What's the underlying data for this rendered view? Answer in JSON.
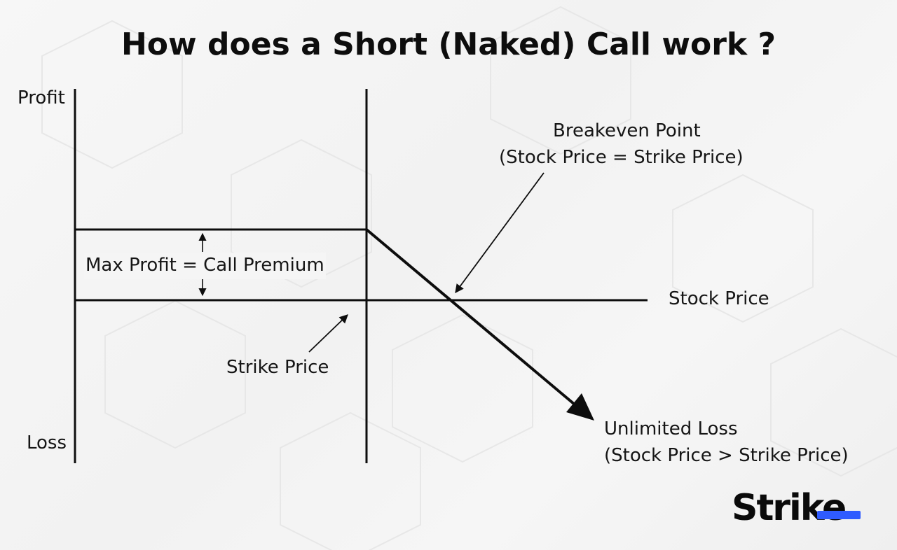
{
  "title": "How does a Short (Naked) Call work ?",
  "labels": {
    "profit": "Profit",
    "loss": "Loss",
    "max_profit": "Max Profit = Call Premium",
    "stock_price": "Stock Price",
    "strike_price": "Strike Price",
    "breakeven_line1": "Breakeven Point",
    "breakeven_line2": "(Stock Price = Strike Price)",
    "unlimited_line1": "Unlimited Loss",
    "unlimited_line2": "(Stock Price > Strike Price)"
  },
  "logo": {
    "text": "Strike",
    "accent_color": "#2f5bff"
  },
  "colors": {
    "line": "#0d0d0d",
    "background": "#f4f4f4"
  }
}
